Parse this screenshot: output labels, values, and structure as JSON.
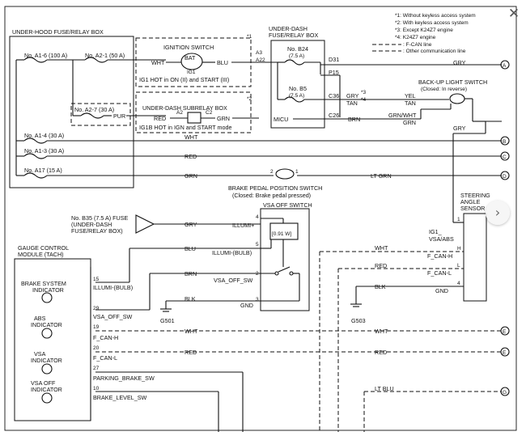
{
  "ui": {
    "close_glyph": "✕",
    "next_glyph": "›",
    "icons": {
      "close": "close-icon",
      "next": "chevron-right-icon"
    }
  },
  "legend": {
    "n1": "*1: Without keyless access system",
    "n2": "*2: With keyless access system",
    "n3": "*3: Except K24Z7 engine",
    "n4": "*4: K24Z7 engine",
    "fcan": ": F-CAN line",
    "other": ": Other communication line"
  },
  "boxes": {
    "uhood": "UNDER-HOOD FUSE/RELAY BOX",
    "udash1": "UNDER-DASH",
    "udash2": "FUSE/RELAY BOX",
    "ign": "IGNITION SWITCH",
    "subrelay": "UNDER-DASH SUBRELAY BOX",
    "backup1": "BACK-UP LIGHT SWITCH",
    "backup2": "(Closed: In reverse)",
    "brake1": "BRAKE PEDAL POSITION SWITCH",
    "brake2": "(Closed: Brake pedal pressed)",
    "vsaoff": "VSA OFF SWITCH",
    "steer1": "STEERING",
    "steer2": "ANGLE",
    "steer3": "SENSOR",
    "gauge1": "GAUGE CONTROL",
    "gauge2": "MODULE (TACH)",
    "b35a": "No. B35 (7.5 A) FUSE",
    "b35b": "(UNDER-DASH",
    "b35c": "FUSE/RELAY BOX)"
  },
  "fuses": {
    "a16": "No. A1-6 (100 A)",
    "a21": "No. A2-1 (50 A)",
    "a27": "No. A2-7 (30 A)",
    "a14": "No. A1-4 (30 A)",
    "a13": "No. A1-3 (30 A)",
    "a17": "No. A17 (15 A)",
    "b24a": "No. B24",
    "b24b": "(7.5 A)",
    "b5a": "No. B5",
    "b5b": "(7.5 A)"
  },
  "labels": {
    "bat": "BAT",
    "ig1": "IG1",
    "wht": "WHT",
    "blu": "BLU",
    "a3": "A3",
    "a22": "A22",
    "ig1hot": "IG1 HOT in ON (II) and START (III)",
    "pur": "PUR",
    "red": "RED",
    "a2": "A2",
    "c2": "C2",
    "grn": "GRN",
    "ig1bhot": "IG1B HOT in IGN and START mode",
    "d31": "D31",
    "p15": "P15",
    "c36": "C36",
    "c26": "C26",
    "micu": "MICU",
    "gry": "GRY",
    "brn": "BRN",
    "gry_tan": "GRY",
    "tan": "TAN",
    "yel": "YEL",
    "tan2": "TAN",
    "grnwht": "GRN/WHT",
    "grn2": "GRN",
    "ltgrn": "LT GRN",
    "red_bus": "RED",
    "wht_bus": "WHT",
    "star1": "*1",
    "star2": "*2",
    "star3": "*3",
    "star4": "*4",
    "ohm": "[0.91 W]",
    "illumi_plus": "ILLUMI+",
    "illumi_bulb": "ILLUMI-(BULB)",
    "vsa_off_sw": "VSA_OFF_SW",
    "gnd": "GND",
    "pin4": "4",
    "pin5": "5",
    "pin2": "2",
    "pin3": "3",
    "pin1": "1",
    "blk": "BLK",
    "g501": "G501",
    "g503": "G503",
    "ig1_vsa": "IG1_",
    "vsa_abs": "VSA/ABS",
    "fcan_h": "F_CAN-H",
    "fcan_l": "F_CAN-L",
    "pinH": "H",
    "pinL": "L",
    "brake_ind1": "BRAKE SYSTEM",
    "brake_ind2": "INDICATOR",
    "abs_ind1": "ABS",
    "abs_ind2": "INDICATOR",
    "vsa_ind1": "VSA",
    "vsa_ind2": "INDICATOR",
    "vsaoff_ind1": "VSA OFF",
    "vsaoff_ind2": "INDICATOR",
    "p15g": "15",
    "p29": "29",
    "p19": "19",
    "p20": "20",
    "p27": "27",
    "p10": "10",
    "illumi_bulb_g": "ILLUMI-(BULB)",
    "vsa_off_sw_g": "VSA_OFF_SW",
    "fcanh_g": "F_CAN-H",
    "fcanl_g": "F_CAN-L",
    "parking": "PARKING_BRAKE_SW",
    "brake_level": "BRAKE_LEVEL_SW",
    "ltblu": "LT BLU",
    "conA": "A",
    "conB": "B",
    "conC": "C",
    "conD": "D",
    "conE1": "E",
    "conE2": "E",
    "conG": "G"
  }
}
